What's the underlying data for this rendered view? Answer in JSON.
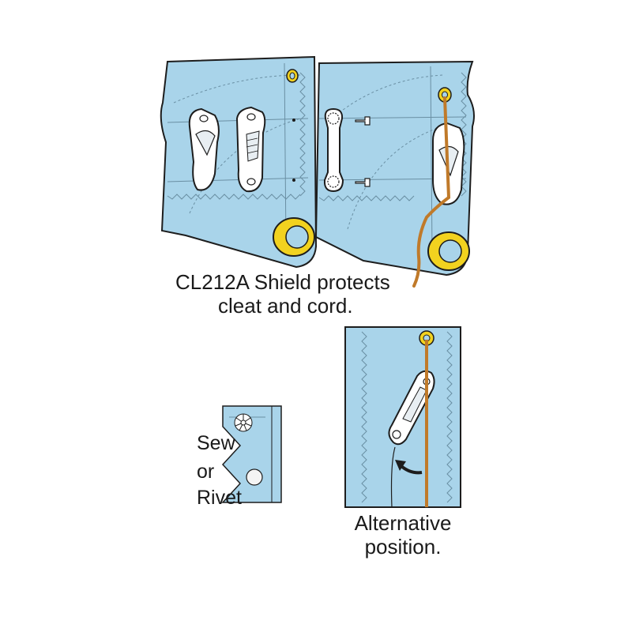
{
  "captions": {
    "main_line1": "CL212A Shield protects",
    "main_line2": "cleat and cord.",
    "sew": "Sew",
    "or": "or",
    "rivet": "Rivet",
    "alt_line1": "Alternative",
    "alt_line2": "position."
  },
  "colors": {
    "fabric": "#a9d4ea",
    "outline": "#1d1d1d",
    "grommet": "#f2d21f",
    "cord": "#c07a2a",
    "arrow": "#1d1d1d"
  }
}
